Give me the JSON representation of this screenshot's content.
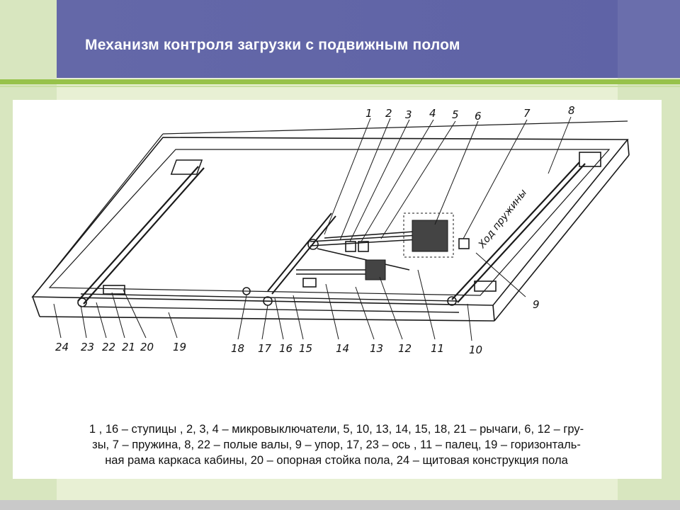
{
  "slide": {
    "title": "Механизм контроля загрузки с подвижным полом"
  },
  "diagram": {
    "callouts": [
      "1",
      "2",
      "3",
      "4",
      "5",
      "6",
      "7",
      "8",
      "9",
      "10",
      "11",
      "12",
      "13",
      "14",
      "15",
      "16",
      "17",
      "18",
      "19",
      "20",
      "21",
      "22",
      "23",
      "24"
    ],
    "spring_travel_label": "Ход пружины"
  },
  "caption": {
    "line1": "1 , 16 – ступицы , 2, 3, 4 – микровыключатели, 5, 10, 13, 14, 15, 18, 21 – рычаги, 6, 12 – гру-",
    "line2": "зы, 7 – пружина, 8, 22 – полые валы, 9 – упор, 17, 23 – ось , 11 – палец, 19 – горизонталь-",
    "line3": "ная рама каркаса кабины, 20 – опорная стойка пола, 24 – щитовая конструкция пола"
  },
  "colors": {
    "header_bg": "#6468a8",
    "accent_green": "#97c24a",
    "slide_bg": "#e8f0d4"
  }
}
